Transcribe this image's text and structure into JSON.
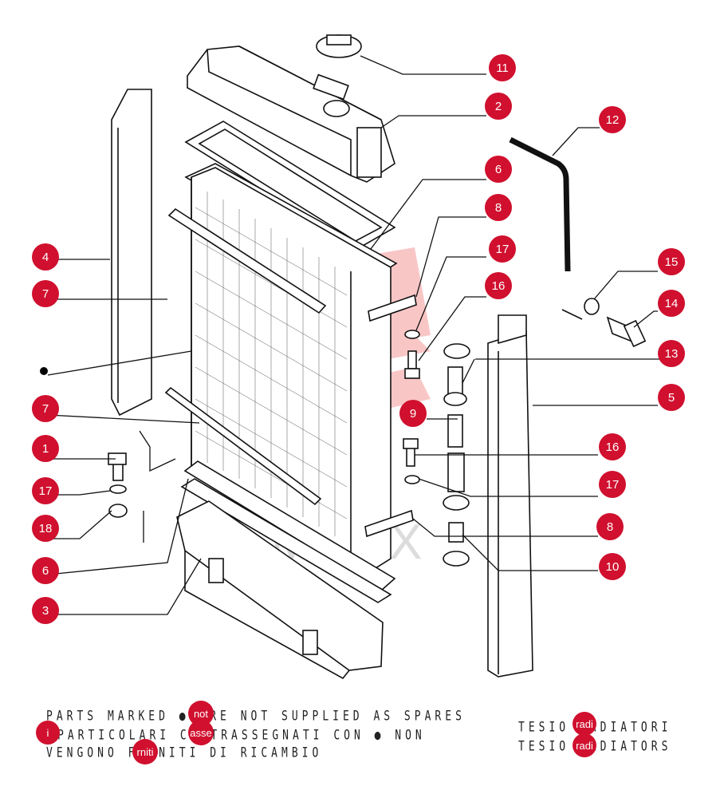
{
  "callouts": [
    "11",
    "2",
    "12",
    "6",
    "8",
    "17",
    "16",
    "4",
    "15",
    "7",
    "14",
    "13",
    "5",
    "7",
    "9",
    "1",
    "16",
    "17",
    "17",
    "8",
    "18",
    "6",
    "10",
    "3"
  ],
  "legend": {
    "line1": "PARTS MARKED ● ARE NOT SUPPLIED AS SPARES",
    "line2": "PARTICOLARI CONTRASSEGNATI CON ● NON",
    "line3": "VENGONO FORNITI DI RICAMBIO",
    "marker_not": "not",
    "marker_asse": "asse",
    "marker_i": "i",
    "marker_rniti": "rniti"
  },
  "maker": {
    "line1": "TESIO RADIATORI",
    "line2": "TESIO RADIATORS",
    "marker1": "radi",
    "marker2": "radi"
  },
  "colors": {
    "callout": "#d0102e",
    "watermark": "#f5a6a6",
    "line": "#111111"
  }
}
